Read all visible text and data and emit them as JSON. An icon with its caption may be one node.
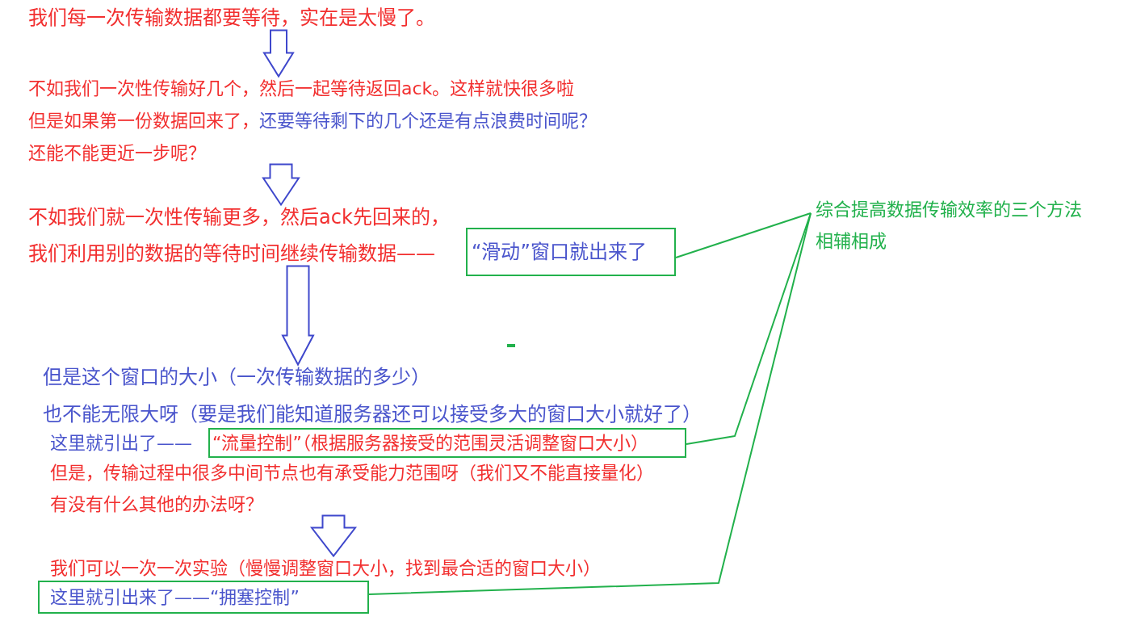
{
  "diagram": {
    "nodes": [
      {
        "text": [
          "我们每一次传输数据都要等待，实在是太慢了。"
        ]
      },
      {
        "text": [
          "不如我们一次性传输好几个，然后一起等待返回ack。这样就快很多啦",
          "但是如果第一份数据回来了，",
          "还要等待剩下的几个还是有点浪费时间呢？",
          "还能不能更近一步呢？"
        ]
      },
      {
        "text": [
          "不如我们就一次性传输更多，然后ack先回来的，",
          "我们利用别的数据的等待时间继续传输数据——"
        ]
      },
      {
        "text": [
          "“滑动”窗口就出来了"
        ]
      },
      {
        "text": [
          "但是这个窗口的大小（一次传输数据的多少）",
          "也不能无限大呀（要是我们能知道服务器还可以接受多大的窗口大小就好了）"
        ]
      },
      {
        "text": [
          "“流量控制”（根据服务器接受的范围灵活调整窗口大小）"
        ],
        "beside": [
          "这里就引出了——"
        ]
      },
      {
        "text": [
          "但是，传输过程中很多中间节点也有承受能力范围呀（我们又不能直接量化）",
          "有没有什么其他的办法呀？"
        ]
      },
      {
        "text": [
          "我们可以一次一次实验（慢慢调整窗口大小，找到最合适的窗口大小）"
        ]
      },
      {
        "text": [
          "这里就引出来了——“拥塞控制”"
        ]
      },
      {
        "text": [
          "综合提高数据传输效率的三个方法相辅相成"
        ]
      }
    ],
    "edges": [
      {
        "from": 0,
        "to": 1,
        "arrow": "to"
      },
      {
        "from": 1,
        "to": 2,
        "arrow": "to"
      },
      {
        "from": 2,
        "to": 4,
        "arrow": "to"
      },
      {
        "from": 6,
        "to": 7,
        "arrow": "to"
      },
      {
        "from": 3,
        "to": 9,
        "arrow": "none",
        "color": "#22b14c"
      },
      {
        "from": 5,
        "to": 9,
        "arrow": "none",
        "color": "#22b14c"
      },
      {
        "from": 8,
        "to": 9,
        "arrow": "none",
        "color": "#22b14c"
      }
    ]
  }
}
